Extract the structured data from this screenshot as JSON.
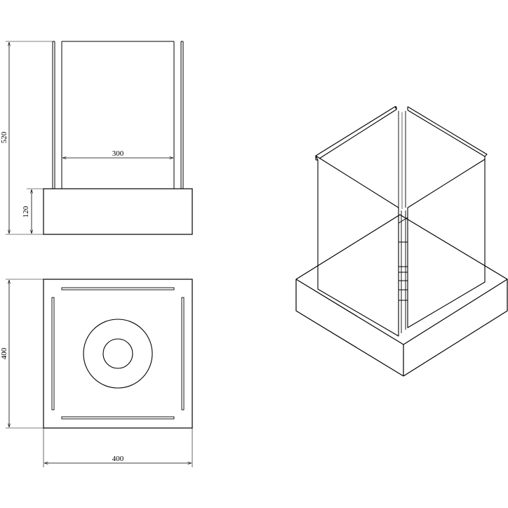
{
  "dimensions": {
    "total_height": "520",
    "base_height": "120",
    "glass_width": "300",
    "depth": "400",
    "width": "400"
  },
  "colors": {
    "line": "#000000",
    "background": "#ffffff"
  }
}
